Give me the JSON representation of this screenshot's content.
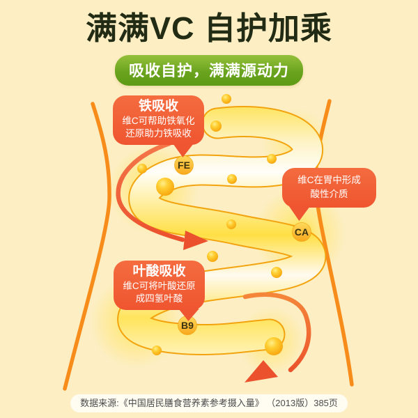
{
  "page": {
    "title": "满满VC 自护加乘",
    "subtitle": "吸收自护，满满源动力",
    "source": "数据来源:《中国居民膳食营养素参考摄入量》 （2013版）385页"
  },
  "callouts": [
    {
      "title": "铁吸收",
      "line1": "维C可帮助铁氧化",
      "line2": "还原助力铁吸收",
      "badge": "FE"
    },
    {
      "line1": "维C在胃中形成",
      "line2": "酸性介质",
      "badge": "CA"
    },
    {
      "title": "叶酸吸收",
      "line1": "维C可将叶酸还原",
      "line2": "成四氢叶酸",
      "badge": "B9"
    }
  ],
  "colors": {
    "background": "#fdeec3",
    "title_text": "#222b14",
    "subtitle_green_top": "#95c03b",
    "subtitle_green_bottom": "#5f9a15",
    "callout_bubble": "#ef5530",
    "body_line": "#f78c1b",
    "tube_outline": "#f2a30d",
    "arrow": "#ec512e",
    "badge_fill": "#fbbf2d",
    "badge_text": "#3a330e",
    "source_text": "#4c4c4c",
    "source_background": "#fffdf2"
  }
}
